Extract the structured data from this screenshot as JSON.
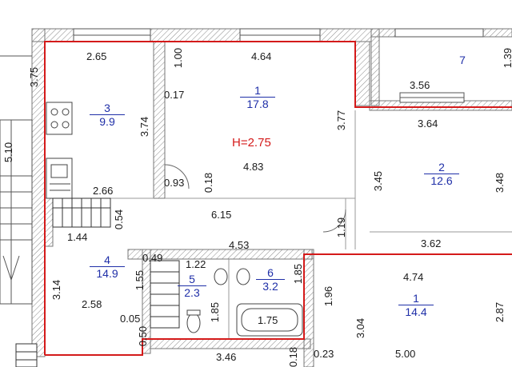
{
  "ceiling_height": "H=2.75",
  "rooms": [
    {
      "id": "r1a",
      "num": "1",
      "area": "17.8"
    },
    {
      "id": "r2",
      "num": "2",
      "area": "12.6"
    },
    {
      "id": "r3",
      "num": "3",
      "area": "9.9"
    },
    {
      "id": "r4",
      "num": "4",
      "area": "14.9"
    },
    {
      "id": "r5",
      "num": "5",
      "area": "2.3"
    },
    {
      "id": "r6",
      "num": "6",
      "area": "3.2"
    },
    {
      "id": "r1b",
      "num": "1",
      "area": "14.4"
    },
    {
      "id": "r7",
      "num": "7"
    }
  ],
  "dimensions": {
    "d265": "2.65",
    "d100": "1.00",
    "d464": "4.64",
    "d375": "3.75",
    "d017": "0.17",
    "d374": "3.74",
    "d377": "3.77",
    "d483": "4.83",
    "d093": "0.93",
    "d018": "0.18",
    "d266": "2.66",
    "d054": "0.54",
    "d144": "1.44",
    "d615": "6.15",
    "d119": "1.19",
    "d453": "4.53",
    "d049": "0.49",
    "d122": "1.22",
    "d155": "1.55",
    "d185a": "1.85",
    "d185b": "1.85",
    "d175": "1.75",
    "d314": "3.14",
    "d258": "2.58",
    "d005": "0.05",
    "d050": "0.50",
    "d346": "3.46",
    "d018b": "0.18",
    "d023": "0.23",
    "d510": "5.10",
    "d356": "3.56",
    "d364": "3.64",
    "d345": "3.45",
    "d348": "3.48",
    "d362": "3.62",
    "d474": "4.74",
    "d196": "1.96",
    "d304": "3.04",
    "d287": "2.87",
    "d500": "5.00",
    "d139": "1.39"
  }
}
